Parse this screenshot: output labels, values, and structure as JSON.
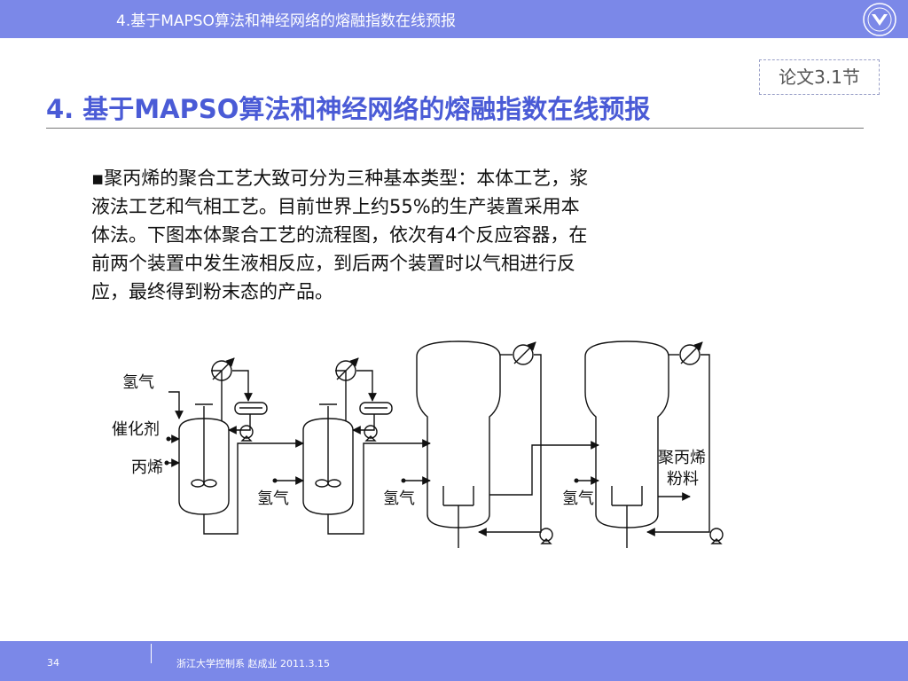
{
  "header": {
    "title": "4.基于MAPSO算法和神经网络的熔融指数在线预报"
  },
  "reference_tag": "论文3.1节",
  "slide": {
    "title": "4. 基于MAPSO算法和神经网络的熔融指数在线预报",
    "paragraph_lines": [
      "▪聚丙烯的聚合工艺大致可分为三种基本类型：本体工艺，浆",
      "液法工艺和气相工艺。目前世界上约55%的生产装置采用本",
      "体法。下图本体聚合工艺的流程图，依次有4个反应容器，在",
      "前两个装置中发生液相反应，到后两个装置时以气相进行反",
      "应，最终得到粉末态的产品。"
    ]
  },
  "diagram": {
    "labels": {
      "hydrogen_top": "氢气",
      "catalyst": "催化剂",
      "propylene": "丙烯",
      "hydrogen_1": "氢气",
      "hydrogen_2": "氢气",
      "hydrogen_3": "氢气",
      "product_line1": "聚丙烯",
      "product_line2": "粉料"
    }
  },
  "footer": {
    "page_number": "34",
    "text": "浙江大学控制系 赵成业 2011.3.15"
  },
  "colors": {
    "bar": "#7b88e8",
    "title": "#4a5bd6"
  }
}
